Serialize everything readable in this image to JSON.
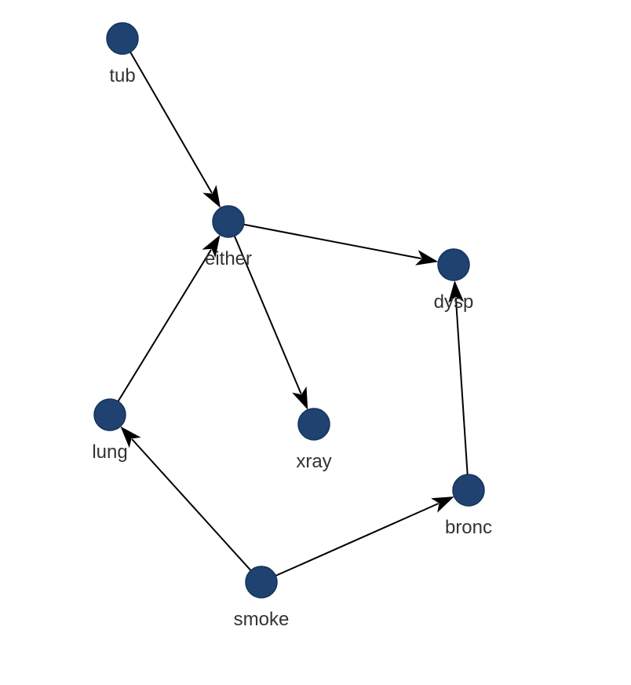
{
  "diagram": {
    "type": "directed-graph",
    "node_color": "#1f4271",
    "edge_color": "#000000",
    "label_color": "#333333",
    "nodes": [
      {
        "id": "tub",
        "label": "tub"
      },
      {
        "id": "either",
        "label": "either"
      },
      {
        "id": "dysp",
        "label": "dysp"
      },
      {
        "id": "lung",
        "label": "lung"
      },
      {
        "id": "xray",
        "label": "xray"
      },
      {
        "id": "bronc",
        "label": "bronc"
      },
      {
        "id": "smoke",
        "label": "smoke"
      }
    ],
    "edges": [
      {
        "from": "tub",
        "to": "either"
      },
      {
        "from": "either",
        "to": "dysp"
      },
      {
        "from": "either",
        "to": "xray"
      },
      {
        "from": "lung",
        "to": "either"
      },
      {
        "from": "smoke",
        "to": "lung"
      },
      {
        "from": "smoke",
        "to": "bronc"
      },
      {
        "from": "bronc",
        "to": "dysp"
      }
    ]
  }
}
